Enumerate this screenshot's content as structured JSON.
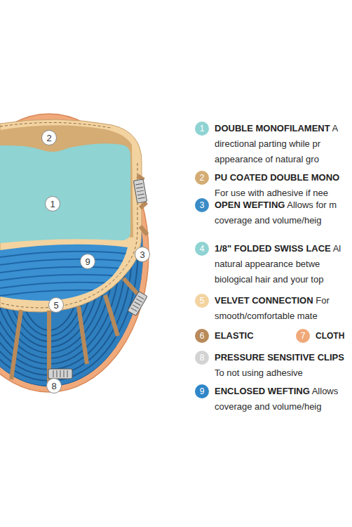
{
  "diagram": {
    "labels": [
      "2",
      "1",
      "3",
      "9",
      "5",
      "8",
      "1",
      "2",
      "3",
      "4",
      "5",
      "6",
      "7",
      "8",
      "9",
      "A directional parting while pr appearance of natural gro",
      "For use with adhesive if nee",
      "Allows for m coverage and volume/heig",
      "Al natural appearance betwe biological hair and your top",
      "For smooth/comfortable mate",
      "To not using adhesive",
      "Allows coverage and volume/heig"
    ],
    "legend": [
      {
        "text": "DOUBLE MONOFILAMENT",
        "color": "#8fd3d3"
      },
      {
        "text": "PU COATED DOUBLE MONO",
        "color": "#d4ac74"
      },
      {
        "text": "OPEN WEFTING",
        "color": "#3a8cc6"
      },
      {
        "text": "1/8\" FOLDED SWISS LACE",
        "color": "#8fd3d3"
      },
      {
        "text": "VELVET CONNECTION",
        "color": "#f3d3a0"
      },
      {
        "text": "ELASTIC",
        "color": "#b98a5a"
      },
      {
        "text": "CLOTH",
        "color": "#f0a97a"
      },
      {
        "text": "PRESSURE SENSITIVE CLIPS",
        "color": "#d3d3d3"
      },
      {
        "text": "ENCLOSED WEFTING",
        "color": "#2f86c8"
      }
    ]
  }
}
